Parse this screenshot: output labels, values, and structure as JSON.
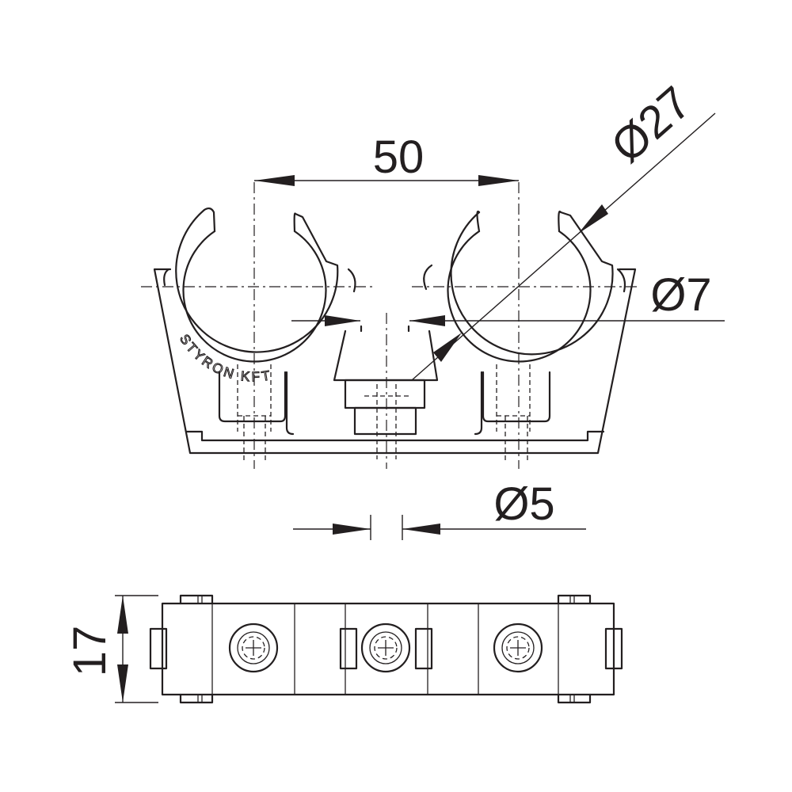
{
  "dimensions": {
    "center_distance": "50",
    "pipe_diameter": "Ø27",
    "middle_hole_diameter": "Ø7",
    "bolt_hole_diameter": "Ø5",
    "height": "17"
  },
  "brand_text": "STYRON KFT"
}
